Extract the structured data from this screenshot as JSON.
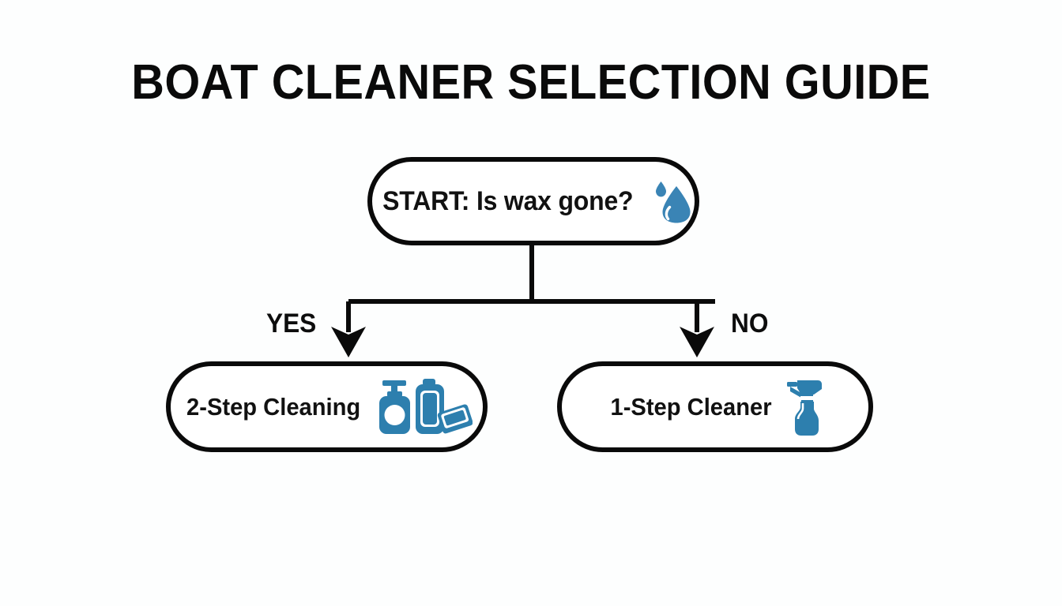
{
  "page": {
    "title": "BOAT CLEANER SELECTION GUIDE",
    "background_color": "#fdfefe",
    "accent_color": "#3a84b5",
    "line_color": "#0a0a0a"
  },
  "flowchart": {
    "type": "decision-tree",
    "nodes": [
      {
        "id": "start",
        "label": "START: Is wax gone?",
        "shape": "stadium",
        "icon": "water-droplet-icon"
      },
      {
        "id": "two-step",
        "label": "2-Step Cleaning",
        "shape": "stadium",
        "icon": "soap-bottles-sponge-icon"
      },
      {
        "id": "one-step",
        "label": "1-Step Cleaner",
        "shape": "stadium",
        "icon": "spray-bottle-icon"
      }
    ],
    "branches": [
      {
        "from": "start",
        "to": "two-step",
        "label": "YES"
      },
      {
        "from": "start",
        "to": "one-step",
        "label": "NO"
      }
    ]
  }
}
